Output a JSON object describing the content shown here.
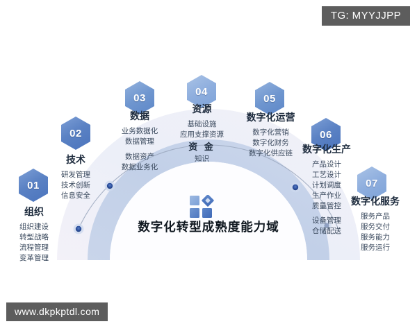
{
  "watermarks": {
    "telegram": "TG: MYYJJPP",
    "website": "www.dkpkptdl.com"
  },
  "center": {
    "title": "数字化转型成熟度能力域",
    "icon": "four-squares-diamond-icon"
  },
  "colors": {
    "hex_dark": "#4b74bd",
    "hex_light": "#8eaede",
    "arc_band": "#c6d3e9",
    "arc_outer": "#eef1f8",
    "dot": "#2c4f9e",
    "title_text": "#1d2b3d",
    "item_text": "#3b4a5e",
    "watermark_bg": "#5d5d5d"
  },
  "nodes": [
    {
      "num": "01",
      "title": "组织",
      "items": [
        "组织建设",
        "转型战略",
        "流程管理",
        "变革管理"
      ]
    },
    {
      "num": "02",
      "title": "技术",
      "items": [
        "研发管理",
        "技术创新",
        "信息安全"
      ]
    },
    {
      "num": "03",
      "title": "数据",
      "items": [
        "业务数据化",
        "数据管理",
        "数据资产",
        "数据业务化"
      ]
    },
    {
      "num": "04",
      "title": "资源",
      "items": [
        "基础设施",
        "应用支撑资源"
      ],
      "subhead": "资 金",
      "items2": [
        "知识"
      ]
    },
    {
      "num": "05",
      "title": "数字化运营",
      "items": [
        "数字化营销",
        "数字化财务",
        "数字化供应链"
      ]
    },
    {
      "num": "06",
      "title": "数字化生产",
      "items": [
        "产品设计",
        "工艺设计",
        "计划调度",
        "生产作业",
        "质量管控"
      ],
      "items2": [
        "设备管理",
        "仓储配送"
      ]
    },
    {
      "num": "07",
      "title": "数字化服务",
      "items": [
        "服务产品",
        "服务交付",
        "服务能力",
        "服务运行"
      ]
    }
  ]
}
